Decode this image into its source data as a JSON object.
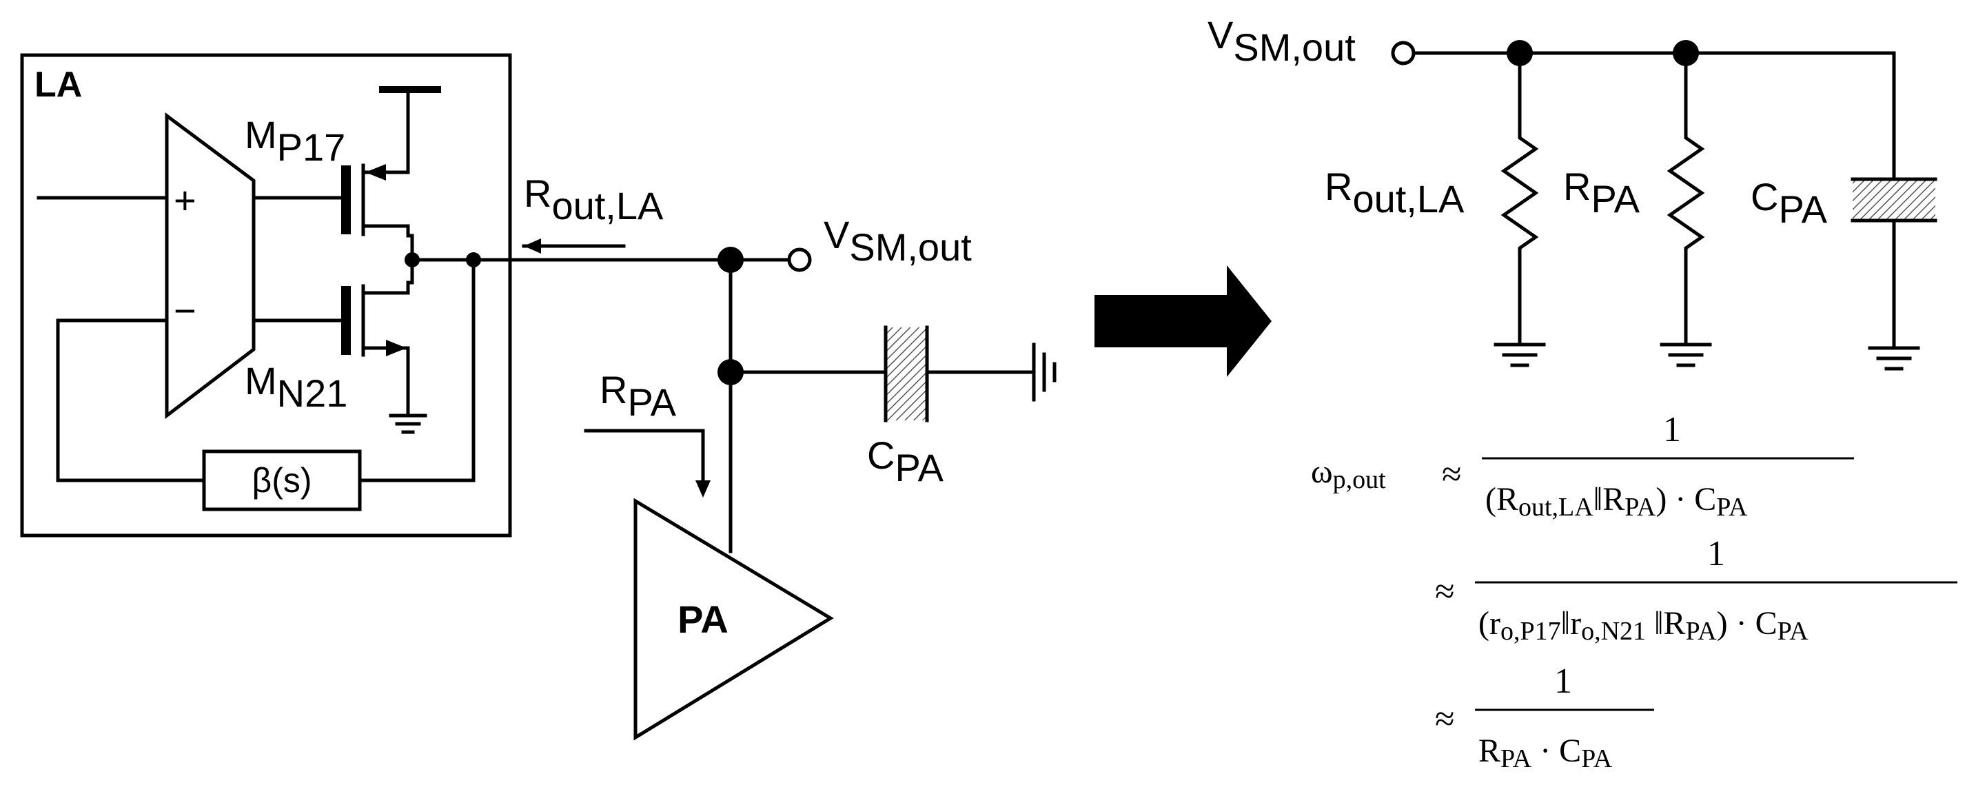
{
  "left_circuit": {
    "la_block_label": "LA",
    "plus_sign": "+",
    "minus_sign": "−",
    "pmos": {
      "name": "M",
      "sub": "P17"
    },
    "nmos": {
      "name": "M",
      "sub": "N21"
    },
    "feedback_label": "β(s)",
    "rout_la": {
      "name": "R",
      "sub": "out,LA"
    },
    "vsm_out": {
      "name": "V",
      "sub": "SM,out"
    },
    "rpa": {
      "name": "R",
      "sub": "PA"
    },
    "cpa": {
      "name": "C",
      "sub": "PA"
    },
    "pa_label": "PA"
  },
  "right_circuit": {
    "vsm_out": {
      "name": "V",
      "sub": "SM,out"
    },
    "rout_la": {
      "name": "R",
      "sub": "out,LA"
    },
    "rpa": {
      "name": "R",
      "sub": "PA"
    },
    "cpa": {
      "name": "C",
      "sub": "PA"
    }
  },
  "equations": {
    "lhs": {
      "name": "ω",
      "sub": "p,out"
    },
    "approx": "≈",
    "eq1": {
      "numerator": "1",
      "den_open": "(R",
      "den_sub1": "out,LA",
      "den_mid": "‖R",
      "den_sub2": "PA",
      "den_close": ") · C",
      "den_sub3": "PA"
    },
    "eq2": {
      "numerator": "1",
      "den_open": "(r",
      "den_sub1": "o,P17",
      "den_mid1": "‖r",
      "den_sub2": "o,N21",
      "den_mid2": " ‖R",
      "den_sub3": "PA",
      "den_close": ") · C",
      "den_sub4": "PA"
    },
    "eq3": {
      "numerator": "1",
      "den_open": "R",
      "den_sub1": "PA",
      "den_mid": " · C",
      "den_sub2": "PA"
    }
  }
}
